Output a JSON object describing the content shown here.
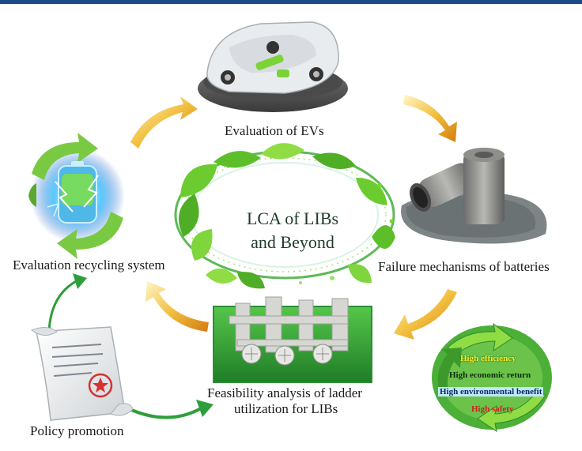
{
  "center": {
    "line1": "LCA of LIBs",
    "line2": "and Beyond"
  },
  "stages": {
    "evs": "Evaluation of EVs",
    "failure": "Failure mechanisms of batteries",
    "ladder_line1": "Feasibility analysis of ladder",
    "ladder_line2": "utilization for LIBs",
    "recycling": "Evaluation recycling system",
    "policy": "Policy promotion"
  },
  "benefits": {
    "efficiency": "High efficiency",
    "economic": "High economic return",
    "environmental": "High environmental benefit",
    "safety": "High safety"
  },
  "colors": {
    "top_bar": "#1b4a86",
    "cycle_arrow": "#e0a42a",
    "green_arrow": "#2e9e3a",
    "leaf": "#5fbf2a",
    "safety_text": "#d02020",
    "efficiency_text": "#e8e020"
  },
  "icons": [
    "car-icon",
    "battery-icon",
    "recycling-battery-icon",
    "policy-document-icon",
    "ladder-battery-module-icon",
    "benefits-cycle-icon",
    "leaf-ring-icon"
  ]
}
